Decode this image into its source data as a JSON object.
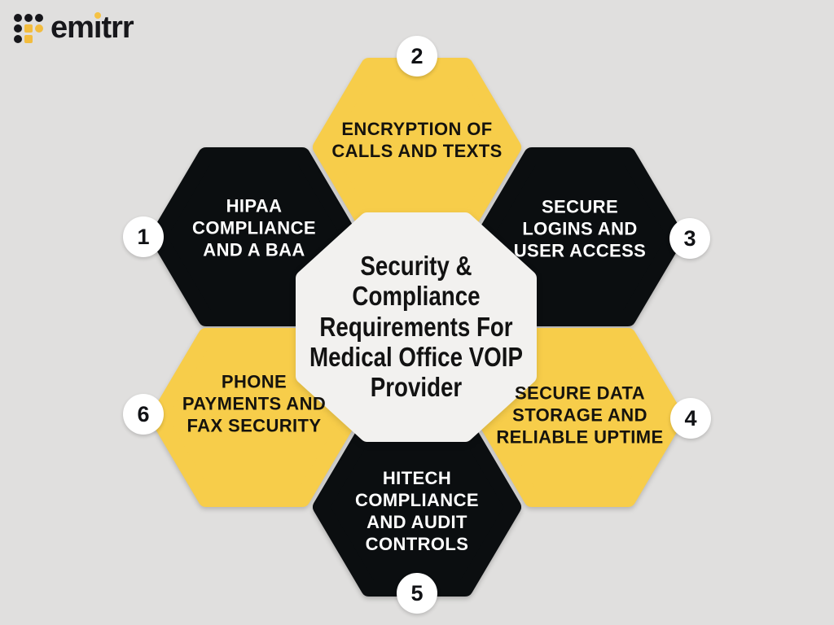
{
  "colors": {
    "background": "#e0dfde",
    "hex_dark": "#0b0e10",
    "hex_yellow": "#f7cd4a",
    "octagon_white": "#f2f1ef",
    "circle_white": "#ffffff",
    "logo_black": "#17171b",
    "logo_yellow": "#f2bc3e"
  },
  "logo": {
    "brand": "emitrr",
    "pre": "em",
    "i_char": "ı",
    "post": "trr"
  },
  "center": {
    "title": "Security &\nCompliance\nRequirements For\nMedical Office VOIP\nProvider"
  },
  "segments": [
    {
      "number": "1",
      "label": "HIPAA\nCOMPLIANCE\nAND A BAA",
      "style": "dark"
    },
    {
      "number": "2",
      "label": "ENCRYPTION OF\nCALLS AND TEXTS",
      "style": "yellow"
    },
    {
      "number": "3",
      "label": "SECURE\nLOGINS AND\nUSER ACCESS",
      "style": "dark"
    },
    {
      "number": "4",
      "label": "SECURE DATA\nSTORAGE AND\nRELIABLE UPTIME",
      "style": "yellow"
    },
    {
      "number": "5",
      "label": "HITECH\nCOMPLIANCE\nAND AUDIT\nCONTROLS",
      "style": "dark"
    },
    {
      "number": "6",
      "label": "PHONE\nPAYMENTS AND\nFAX SECURITY",
      "style": "yellow"
    }
  ]
}
